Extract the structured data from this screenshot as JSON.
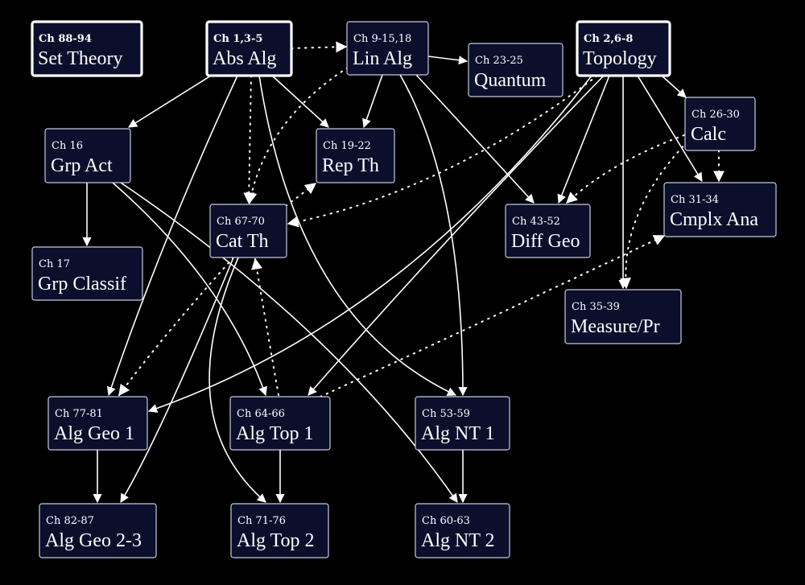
{
  "nodes": [
    {
      "id": "settheory",
      "ch": "Ch 88-94",
      "name": "Set Theory",
      "core": true
    },
    {
      "id": "absalg",
      "ch": "Ch 1,3-5",
      "name": "Abs Alg",
      "core": true
    },
    {
      "id": "linalg",
      "ch": "Ch 9-15,18",
      "name": "Lin Alg",
      "core": false
    },
    {
      "id": "quantum",
      "ch": "Ch 23-25",
      "name": "Quantum",
      "core": false
    },
    {
      "id": "topology",
      "ch": "Ch 2,6-8",
      "name": "Topology",
      "core": true
    },
    {
      "id": "grpact",
      "ch": "Ch 16",
      "name": "Grp Act",
      "core": false
    },
    {
      "id": "repth",
      "ch": "Ch 19-22",
      "name": "Rep Th",
      "core": false
    },
    {
      "id": "calc",
      "ch": "Ch 26-30",
      "name": "Calc",
      "core": false
    },
    {
      "id": "catth",
      "ch": "Ch 67-70",
      "name": "Cat Th",
      "core": false
    },
    {
      "id": "diffgeo",
      "ch": "Ch 43-52",
      "name": "Diff Geo",
      "core": false
    },
    {
      "id": "cmplx",
      "ch": "Ch 31-34",
      "name": "Cmplx Ana",
      "core": false
    },
    {
      "id": "grpclass",
      "ch": "Ch 17",
      "name": "Grp Classif",
      "core": false
    },
    {
      "id": "measure",
      "ch": "Ch 35-39",
      "name": "Measure/Pr",
      "core": false
    },
    {
      "id": "alggeo1",
      "ch": "Ch 77-81",
      "name": "Alg Geo 1",
      "core": false
    },
    {
      "id": "algtop1",
      "ch": "Ch 64-66",
      "name": "Alg Top 1",
      "core": false
    },
    {
      "id": "algnt1",
      "ch": "Ch 53-59",
      "name": "Alg NT 1",
      "core": false
    },
    {
      "id": "alggeo23",
      "ch": "Ch 82-87",
      "name": "Alg Geo 2-3",
      "core": false
    },
    {
      "id": "algtop2",
      "ch": "Ch 71-76",
      "name": "Alg Top 2",
      "core": false
    },
    {
      "id": "algnt2",
      "ch": "Ch 60-63",
      "name": "Alg NT 2",
      "core": false
    }
  ],
  "edges": [
    {
      "from": "absalg",
      "to": "linalg",
      "style": "dotted"
    },
    {
      "from": "linalg",
      "to": "quantum",
      "style": "solid"
    },
    {
      "from": "absalg",
      "to": "grpact",
      "style": "solid"
    },
    {
      "from": "absalg",
      "to": "repth",
      "style": "solid"
    },
    {
      "from": "linalg",
      "to": "repth",
      "style": "solid"
    },
    {
      "from": "absalg",
      "to": "catth",
      "style": "dotted"
    },
    {
      "from": "linalg",
      "to": "catth",
      "style": "dotted"
    },
    {
      "from": "absalg",
      "to": "alggeo1",
      "style": "solid"
    },
    {
      "from": "absalg",
      "to": "algnt1",
      "style": "solid"
    },
    {
      "from": "linalg",
      "to": "diffgeo",
      "style": "solid"
    },
    {
      "from": "linalg",
      "to": "algnt1",
      "style": "solid"
    },
    {
      "from": "topology",
      "to": "calc",
      "style": "solid"
    },
    {
      "from": "topology",
      "to": "diffgeo",
      "style": "solid"
    },
    {
      "from": "topology",
      "to": "cmplx",
      "style": "solid"
    },
    {
      "from": "topology",
      "to": "measure",
      "style": "solid"
    },
    {
      "from": "topology",
      "to": "catth",
      "style": "dotted"
    },
    {
      "from": "topology",
      "to": "algtop1",
      "style": "solid"
    },
    {
      "from": "topology",
      "to": "alggeo1",
      "style": "solid"
    },
    {
      "from": "calc",
      "to": "cmplx",
      "style": "dotted"
    },
    {
      "from": "calc",
      "to": "diffgeo",
      "style": "dotted"
    },
    {
      "from": "calc",
      "to": "measure",
      "style": "dotted"
    },
    {
      "from": "grpact",
      "to": "grpclass",
      "style": "solid"
    },
    {
      "from": "grpact",
      "to": "algtop1",
      "style": "solid"
    },
    {
      "from": "grpact",
      "to": "algnt2",
      "style": "solid"
    },
    {
      "from": "catth",
      "to": "repth",
      "style": "dotted"
    },
    {
      "from": "catth",
      "to": "alggeo1",
      "style": "dotted"
    },
    {
      "from": "catth",
      "to": "alggeo23",
      "style": "solid"
    },
    {
      "from": "catth",
      "to": "algtop2",
      "style": "solid"
    },
    {
      "from": "algtop1",
      "to": "catth",
      "style": "dotted"
    },
    {
      "from": "algtop1",
      "to": "cmplx",
      "style": "dotted"
    },
    {
      "from": "alggeo1",
      "to": "alggeo23",
      "style": "solid"
    },
    {
      "from": "algtop1",
      "to": "algtop2",
      "style": "solid"
    },
    {
      "from": "algnt1",
      "to": "algnt2",
      "style": "solid"
    }
  ]
}
